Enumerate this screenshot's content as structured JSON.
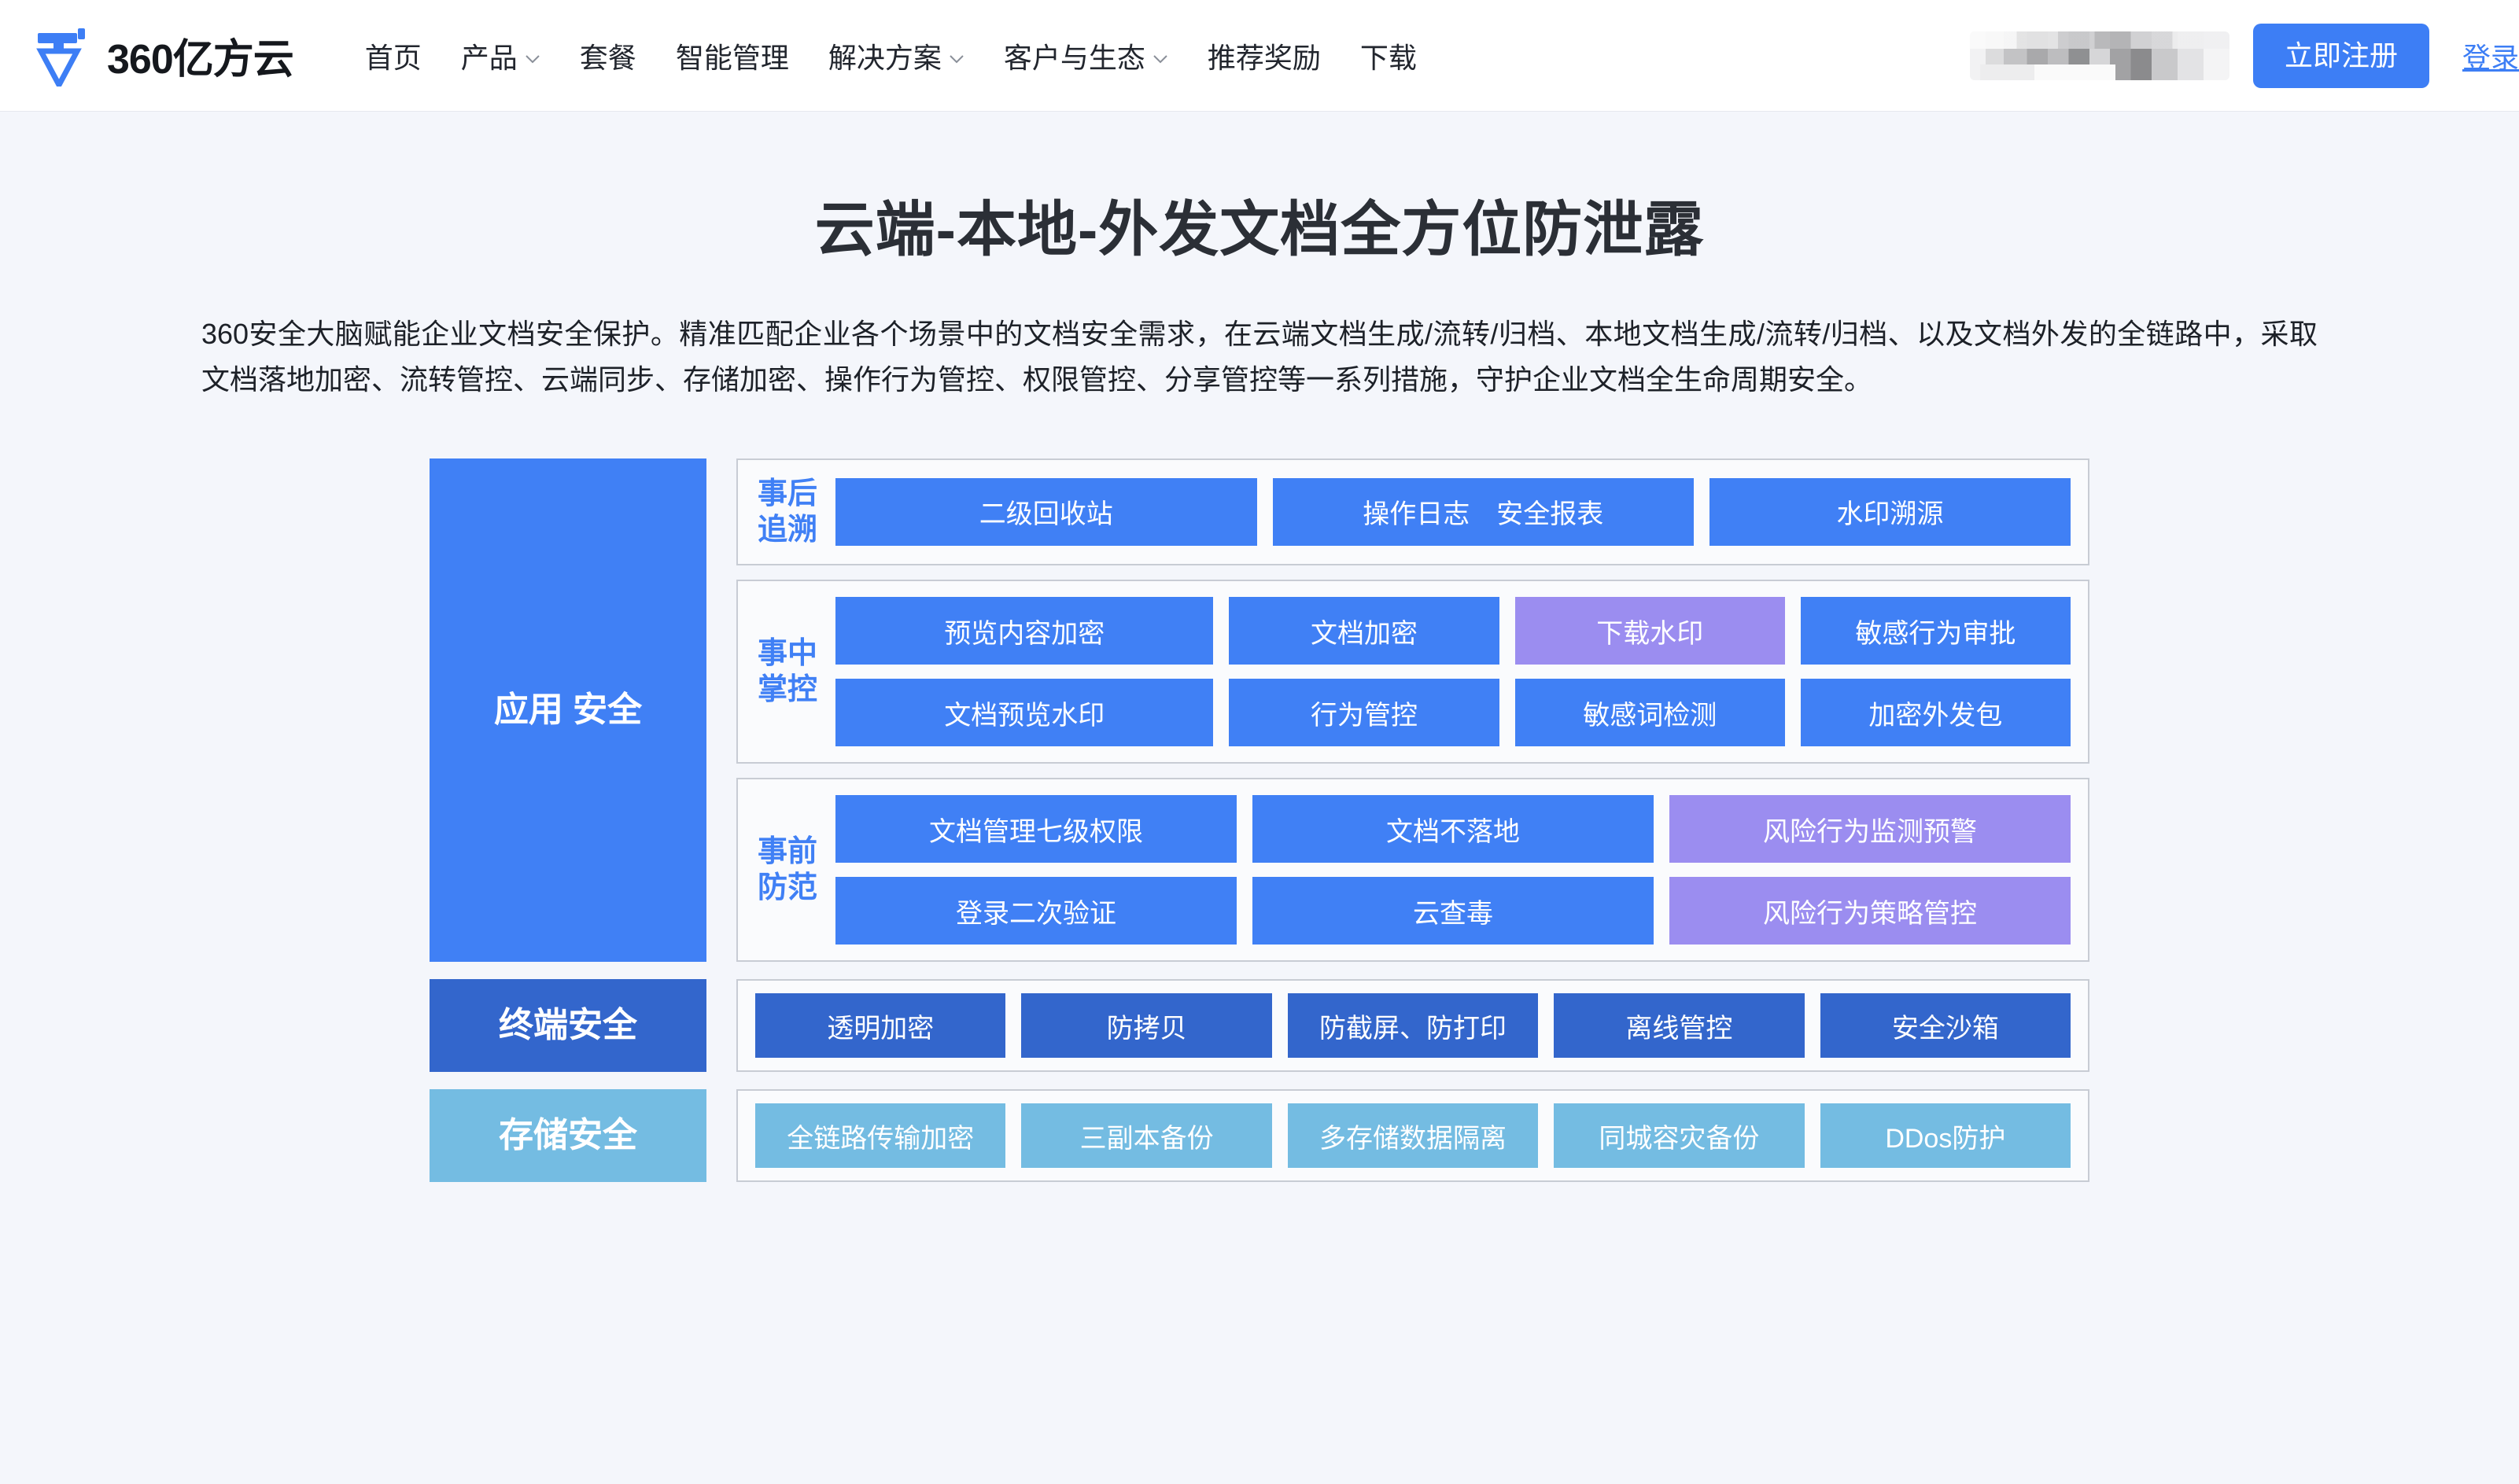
{
  "header": {
    "brand_name": "360亿方云",
    "logo_icon": "yifangyun-logo-icon",
    "nav_items": [
      {
        "label": "首页",
        "has_dropdown": false
      },
      {
        "label": "产品",
        "has_dropdown": true
      },
      {
        "label": "套餐",
        "has_dropdown": false
      },
      {
        "label": "智能管理",
        "has_dropdown": false
      },
      {
        "label": "解决方案",
        "has_dropdown": true
      },
      {
        "label": "客户与生态",
        "has_dropdown": true
      },
      {
        "label": "推荐奖励",
        "has_dropdown": false
      },
      {
        "label": "下载",
        "has_dropdown": false
      }
    ],
    "redacted_label": "",
    "register_label": "立即注册",
    "login_label": "登录"
  },
  "hero": {
    "title": "云端-本地-外发文档全方位防泄露",
    "description": "360安全大脑赋能企业文档安全保护。精准匹配企业各个场景中的文档安全需求，在云端文档生成/流转/归档、本地文档生成/流转/归档、以及文档外发的全链路中，采取文档落地加密、流转管控、云端同步、存储加密、操作行为管控、权限管控、分享管控等一系列措施，守护企业文档全生命周期安全。"
  },
  "diagram": {
    "app_security": {
      "label": "应用\n安全",
      "color": "#4080f5",
      "panels": [
        {
          "label": "事后\n追溯",
          "rows": [
            [
              {
                "text": "二级回收站",
                "color": "blue",
                "grow": "g-35"
              },
              {
                "text": "操作日志　安全报表",
                "color": "blue",
                "grow": "g-35"
              },
              {
                "text": "水印溯源",
                "color": "blue",
                "grow": "g-30"
              }
            ]
          ]
        },
        {
          "label": "事中\n掌控",
          "rows": [
            [
              {
                "text": "预览内容加密",
                "color": "blue",
                "grow": "g-35"
              },
              {
                "text": "文档加密",
                "color": "blue",
                "grow": "g-25"
              },
              {
                "text": "下载水印",
                "color": "purple",
                "grow": "g-25"
              },
              {
                "text": "敏感行为审批",
                "color": "blue",
                "grow": "g-25"
              }
            ],
            [
              {
                "text": "文档预览水印",
                "color": "blue",
                "grow": "g-35"
              },
              {
                "text": "行为管控",
                "color": "blue",
                "grow": "g-25"
              },
              {
                "text": "敏感词检测",
                "color": "blue",
                "grow": "g-25"
              },
              {
                "text": "加密外发包",
                "color": "blue",
                "grow": "g-25"
              }
            ]
          ]
        },
        {
          "label": "事前\n防范",
          "rows": [
            [
              {
                "text": "文档管理七级权限",
                "color": "blue",
                "grow": "g-33"
              },
              {
                "text": "文档不落地",
                "color": "blue",
                "grow": "g-33"
              },
              {
                "text": "风险行为监测预警",
                "color": "purple",
                "grow": "g-33"
              }
            ],
            [
              {
                "text": "登录二次验证",
                "color": "blue",
                "grow": "g-33"
              },
              {
                "text": "云查毒",
                "color": "blue",
                "grow": "g-33"
              },
              {
                "text": "风险行为策略管控",
                "color": "purple",
                "grow": "g-33"
              }
            ]
          ]
        }
      ]
    },
    "terminal_security": {
      "label": "终端安全",
      "color": "#3366cc",
      "tiles": [
        {
          "text": "透明加密"
        },
        {
          "text": "防拷贝"
        },
        {
          "text": "防截屏、防打印"
        },
        {
          "text": "离线管控"
        },
        {
          "text": "安全沙箱"
        }
      ]
    },
    "storage_security": {
      "label": "存储安全",
      "color": "#74bce2",
      "tiles": [
        {
          "text": "全链路传输加密"
        },
        {
          "text": "三副本备份"
        },
        {
          "text": "多存储数据隔离"
        },
        {
          "text": "同城容灾备份"
        },
        {
          "text": "DDos防护"
        }
      ]
    }
  }
}
